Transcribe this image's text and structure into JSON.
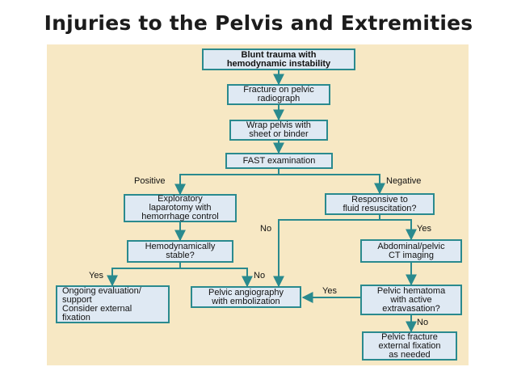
{
  "title": "Injuries to the Pelvis and Extremities",
  "flowchart": {
    "nodes": {
      "blunt": "Blunt trauma with\nhemodynamic instability",
      "fracture": "Fracture on pelvic\nradiograph",
      "wrap": "Wrap pelvis with\nsheet or binder",
      "fast": "FAST examination",
      "laparotomy": "Exploratory\nlaparotomy with\nhemorrhage control",
      "responsive": "Responsive to\nfluid resuscitation?",
      "hemo_stable": "Hemodynamically\nstable?",
      "ct": "Abdominal/pelvic\nCT imaging",
      "ongoing": "Ongoing evaluation/\n  support\nConsider external\n  fixation",
      "angio": "Pelvic angiography\nwith embolization",
      "hematoma": "Pelvic hematoma\nwith active\nextravasation?",
      "ext_fix": "Pelvic fracture\nexternal fixation\nas needed"
    },
    "labels": {
      "positive": "Positive",
      "negative": "Negative",
      "no_responsive": "No",
      "yes_responsive": "Yes",
      "yes_stable": "Yes",
      "no_stable": "No",
      "yes_hematoma": "Yes",
      "no_hematoma": "No"
    },
    "colors": {
      "panel": "#f7e8c4",
      "box_fill": "#dfe9f3",
      "box_border": "#2a8a8e",
      "connector": "#2a8a8e"
    }
  }
}
